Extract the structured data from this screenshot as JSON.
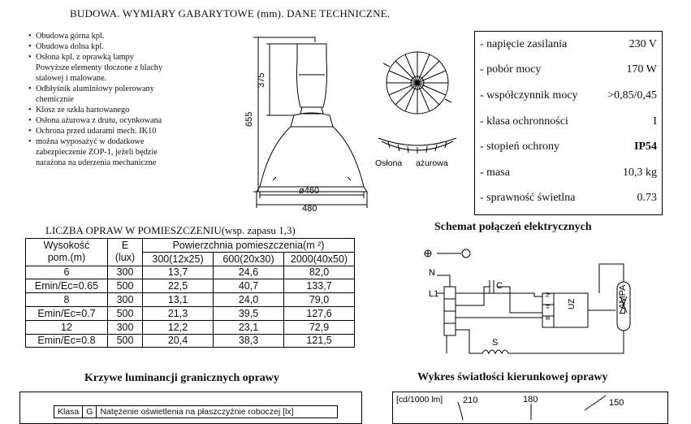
{
  "title": "BUDOWA. WYMIARY GABARYTOWE (mm). DANE TECHNICZNE.",
  "features": [
    "Obudowa górna kpl.",
    "Obudowa dolna kpl.",
    "Osłona kpl. z oprawką lampy",
    "Powyższe elementy tłoczone z blachy",
    "stalowej i malowane.",
    "Odbłyśnik aluminiowy polerowany",
    "chemicznie",
    "Klosz ze szkła hartowanego",
    "Osłona ażurowa z drutu, ocynkowana",
    "Ochrona przed udarami mech. IK10",
    "można wyposażyć w dodatkowe",
    "zabezpieczenie ZOP-1, jeżeli będzie",
    "narażona na uderzenia mechaniczne"
  ],
  "dims": {
    "d375": "375",
    "d655": "655",
    "d460": "ø460",
    "d480": "480",
    "oslona": "Osłona",
    "azurowa": "ażurowa"
  },
  "specs": [
    {
      "label": "- napięcie zasilania",
      "value": "230 V"
    },
    {
      "label": "- pobór mocy",
      "value": "170 W"
    },
    {
      "label": "- współczynnik mocy",
      "value": ">0,85/0,45"
    },
    {
      "label": "- klasa ochronności",
      "value": "I"
    },
    {
      "label": "- stopień ochrony",
      "value": "IP54"
    },
    {
      "label": "- masa",
      "value": "10,3 kg"
    },
    {
      "label": "- sprawność świetlna",
      "value": "0.73"
    }
  ],
  "table": {
    "caption": "LICZBA OPRAW W POMIESZCZENIU(wsp. zapasu 1,3)",
    "h_height": "Wysokość",
    "h_height2": "pom.(m)",
    "h_e": "E",
    "h_e2": "(lux)",
    "h_area": "Powierzchnia pomieszczenia(m ²)",
    "cols": [
      "300(12x25)",
      "600(20x30)",
      "2000(40x50)"
    ],
    "rows": [
      {
        "label": "6",
        "e": "300",
        "v": [
          "13,7",
          "24,6",
          "82,0"
        ]
      },
      {
        "label": "Emin/Ec=0.65",
        "e": "500",
        "v": [
          "22,5",
          "40,7",
          "133,7"
        ]
      },
      {
        "label": "8",
        "e": "300",
        "v": [
          "13,1",
          "24,0",
          "79,0"
        ]
      },
      {
        "label": "Emin/Ec=0.7",
        "e": "500",
        "v": [
          "21,3",
          "39,5",
          "127,6"
        ]
      },
      {
        "label": "12",
        "e": "300",
        "v": [
          "12,2",
          "23,1",
          "72,9"
        ]
      },
      {
        "label": "Emin/Ec=0.8",
        "e": "500",
        "v": [
          "20,4",
          "38,3",
          "121,5"
        ]
      }
    ]
  },
  "schemat": {
    "title": "Schemat połączeń elektrycznych",
    "n": "N",
    "l1": "L1",
    "c": "C",
    "s": "S",
    "uz": "UZ",
    "lampa": "LAMPA",
    "term_n": "N",
    "term_h": "H",
    "term_b": "B"
  },
  "krzywe_title": "Krzywe luminancji granicznych oprawy",
  "krzywe_header": [
    "Klasa",
    "G",
    "Natężenie oświetlenia na płaszczyźnie roboczej [lx]"
  ],
  "wykres": {
    "title": "Wykres światłości kierunkowej oprawy",
    "unit": "[cd/1000 lm]",
    "l210": "210",
    "l180": "180",
    "l150": "150"
  }
}
